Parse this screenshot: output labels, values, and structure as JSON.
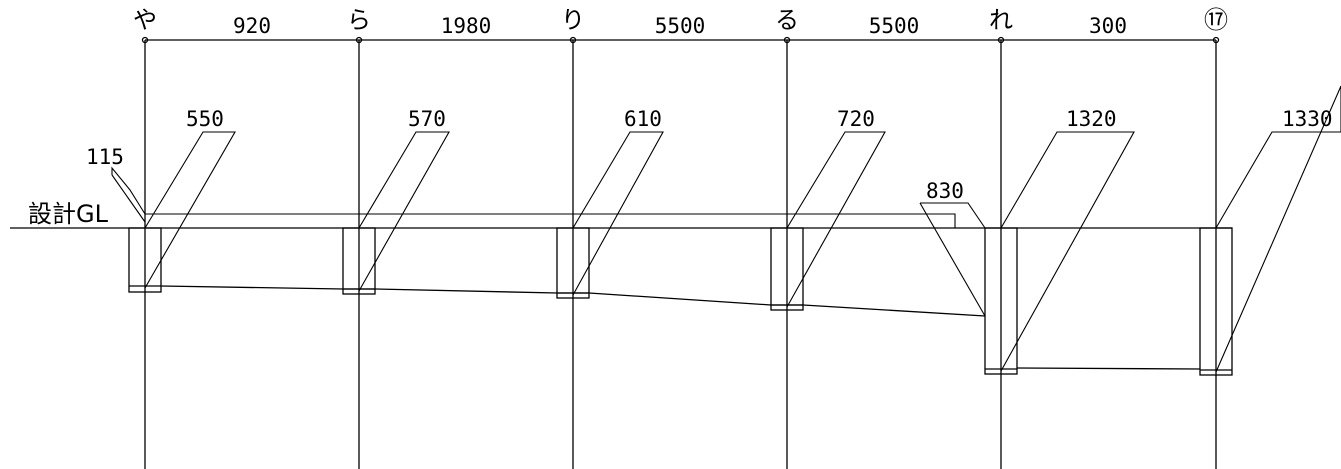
{
  "axes": [
    {
      "label": "や"
    },
    {
      "label": "ら"
    },
    {
      "label": "り"
    },
    {
      "label": "る"
    },
    {
      "label": "れ"
    },
    {
      "label": "⑰"
    }
  ],
  "spans": [
    "920",
    "1980",
    "5500",
    "5500",
    "300"
  ],
  "depths": [
    "550",
    "570",
    "610",
    "720",
    "1320",
    "1330"
  ],
  "offset_115": "115",
  "offset_830": "830",
  "gl_label": "設計GL"
}
